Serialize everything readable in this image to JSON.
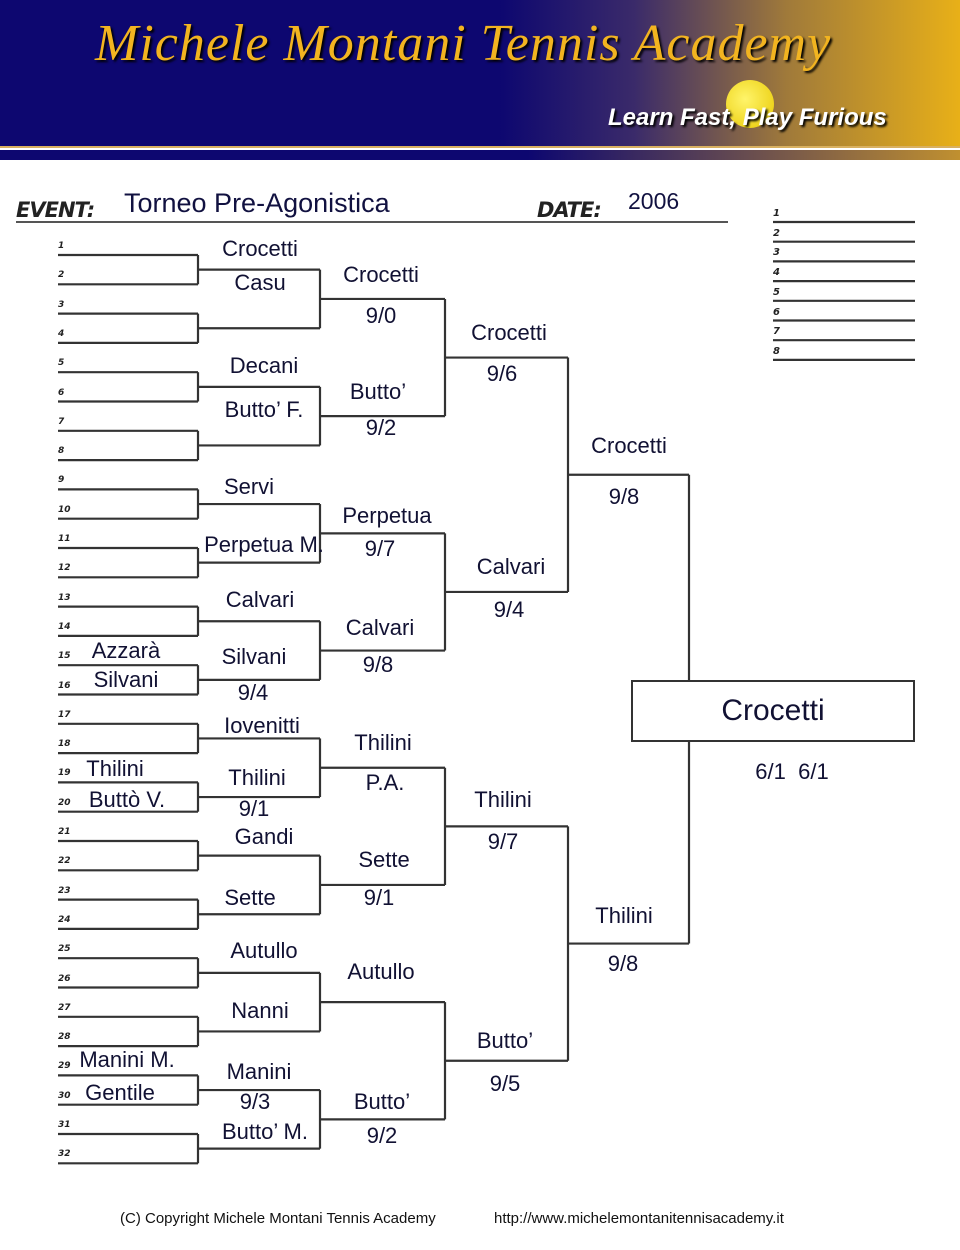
{
  "header": {
    "title": "Michele Montani Tennis Academy",
    "slogan": "Learn Fast, Play Furious"
  },
  "event": {
    "label": "EVENT:",
    "value": "Torneo Pre-Agonistica"
  },
  "date": {
    "label": "DATE:",
    "value": "2006"
  },
  "slots": [
    "1",
    "2",
    "3",
    "4",
    "5",
    "6",
    "7",
    "8",
    "9",
    "10",
    "11",
    "12",
    "13",
    "14",
    "15",
    "16",
    "17",
    "18",
    "19",
    "20",
    "21",
    "22",
    "23",
    "24",
    "25",
    "26",
    "27",
    "28",
    "29",
    "30",
    "31",
    "32"
  ],
  "rankings": [
    "1",
    "2",
    "3",
    "4",
    "5",
    "6",
    "7",
    "8"
  ],
  "round1": [
    "Azzarà",
    "Silvani",
    "Thilini",
    "Buttò V.",
    "Manini M.",
    "Gentile"
  ],
  "round2": [
    "Crocetti",
    "Casu",
    "Decani",
    "Butto’ F.",
    "Servi",
    "Perpetua M.",
    "Calvari",
    "Silvani",
    "9/4",
    "Iovenitti",
    "Thilini",
    "9/1",
    "Gandi",
    "Sette",
    "Autullo",
    "Nanni",
    "Manini",
    "9/3",
    "Butto’ M."
  ],
  "round3": [
    "Crocetti",
    "9/0",
    "Butto’",
    "9/2",
    "Perpetua",
    "9/7",
    "Calvari",
    "9/8",
    "Thilini",
    "P.A.",
    "Sette",
    "9/1",
    "Autullo",
    "Butto’",
    "9/2"
  ],
  "round4": [
    "Crocetti",
    "9/6",
    "Calvari",
    "9/4",
    "Thilini",
    "9/7",
    "Butto’",
    "9/5"
  ],
  "round5": [
    "Crocetti",
    "9/8",
    "Thilini",
    "9/8"
  ],
  "final": {
    "winner": "Crocetti",
    "score": "6/1  6/1"
  },
  "footer": {
    "copyright": "(C) Copyright Michele Montani Tennis Academy",
    "url": "http://www.michelemontanitennisacademy.it"
  }
}
